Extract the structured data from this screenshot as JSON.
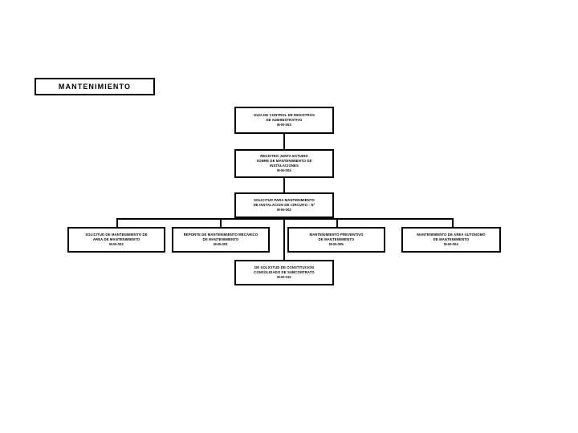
{
  "document": {
    "title": "MANTENIMIENTO"
  },
  "diagram": {
    "type": "flowchart",
    "orientation": "top-down",
    "nodes": [
      {
        "id": "directrices",
        "name": "directrices-node",
        "lines": [
          "GUIA DE CONTROL DE REGISTROS",
          "DE ADMINISTRATIVO",
          "M-M-003"
        ]
      },
      {
        "id": "procedimiento",
        "name": "procedimiento-node",
        "lines": [
          "REGISTRO JUNTA ESTUDIO",
          "SOBRE DE MANTENIMIENTO DE",
          "INSTALACIONES",
          "M-M-004"
        ]
      },
      {
        "id": "instructivo",
        "name": "instructivo-node",
        "lines": [
          "SOLICITUD PARA MANTENIMIENTO",
          "DE INSTALACION DE CIRCUITO - Nº",
          "M-M-002"
        ]
      },
      {
        "id": "solicitud",
        "name": "solicitud-node",
        "lines": [
          "SOLICITUD DE MANTENIMIENTO DE",
          "AREA DE MANTENIMIENTO",
          "M-M-002"
        ]
      },
      {
        "id": "registro",
        "name": "registro-node",
        "lines": [
          "REPORTE DE MANTENIMIENTO MECANICO",
          "DE MANTENIMIENTO",
          "M-M-001"
        ]
      },
      {
        "id": "mantenimiento-registro",
        "name": "mantenimiento-registro-node",
        "lines": [
          "MANTENIMIENTO PREVENTIVO",
          "DE MANTENIMIENTO",
          "M-M-005"
        ]
      },
      {
        "id": "maquinaria",
        "name": "maquinaria-node",
        "lines": [
          "MANTENIMIENTO DE AREA AUTONOMO",
          "DE MANTENIMIENTO",
          "M-M-004"
        ]
      },
      {
        "id": "consolidado",
        "name": "consolidado-node",
        "lines": [
          "DE SOLICITUD DE CONSTITUCION",
          "CONSOLIDADO DE SUBCONTRATO",
          "M-M-010"
        ]
      }
    ],
    "connectors": [
      {
        "from": "directrices",
        "to": "procedimiento",
        "style": "vertical"
      },
      {
        "from": "procedimiento",
        "to": "instructivo",
        "style": "vertical"
      },
      {
        "from": "instructivo",
        "to": "solicitud",
        "style": "bus"
      },
      {
        "from": "instructivo",
        "to": "registro",
        "style": "bus"
      },
      {
        "from": "instructivo",
        "to": "mantenimiento-registro",
        "style": "bus"
      },
      {
        "from": "instructivo",
        "to": "maquinaria",
        "style": "bus"
      },
      {
        "from": "instructivo",
        "to": "consolidado",
        "style": "vertical"
      }
    ]
  },
  "colors": {
    "background": "#ffffff",
    "stroke": "#000000",
    "text": "#000000"
  }
}
